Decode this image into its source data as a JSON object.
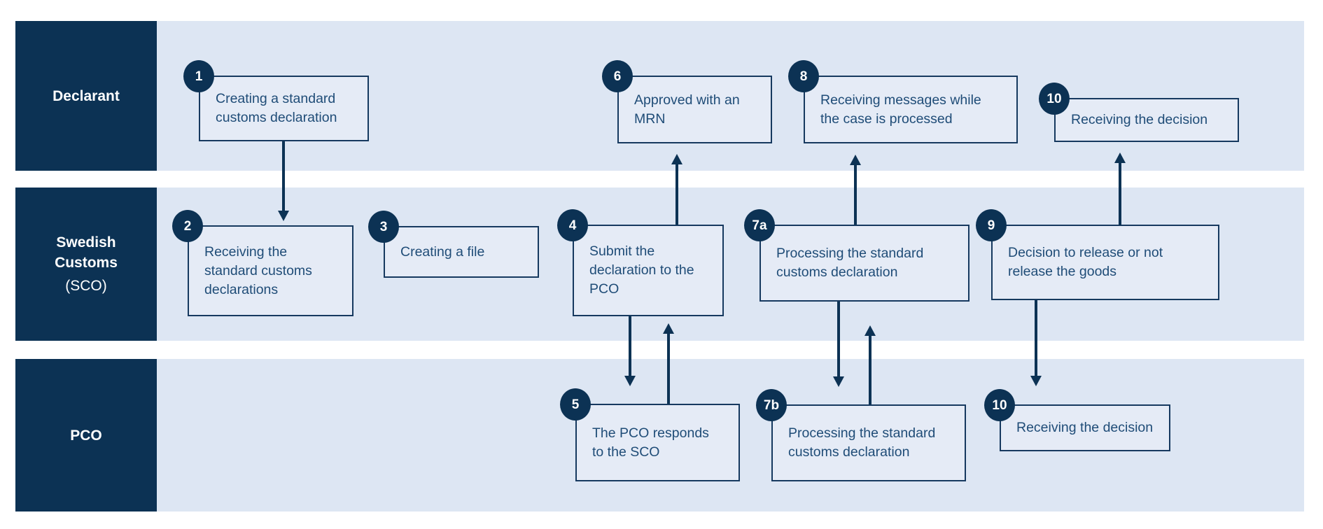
{
  "diagram": {
    "colors": {
      "navy": "#0c3254",
      "border": "#16395f",
      "text": "#1f4c77",
      "lane_bg": "#dde6f3",
      "box_bg": "#e5ebf6"
    },
    "lanes": [
      {
        "label": "Declarant",
        "sublabel": ""
      },
      {
        "label": "Swedish\nCustoms",
        "sublabel": "(SCO)"
      },
      {
        "label": "PCO",
        "sublabel": ""
      }
    ],
    "steps": [
      {
        "badge": "1",
        "text": "Creating a standard\ncustoms declaration"
      },
      {
        "badge": "2",
        "text": "Receiving the\nstandard customs\ndeclarations"
      },
      {
        "badge": "3",
        "text": "Creating a file"
      },
      {
        "badge": "4",
        "text": "Submit the\ndeclaration to the\nPCO"
      },
      {
        "badge": "5",
        "text": "The PCO responds\nto the SCO"
      },
      {
        "badge": "6",
        "text": "Approved with an\nMRN"
      },
      {
        "badge": "7a",
        "text": "Processing the standard\ncustoms declaration"
      },
      {
        "badge": "7b",
        "text": "Processing the standard\ncustoms declaration"
      },
      {
        "badge": "8",
        "text": "Receiving messages while\nthe case is processed"
      },
      {
        "badge": "9",
        "text": "Decision to release or not\nrelease the goods"
      },
      {
        "badge": "10",
        "text": "Receiving the decision"
      },
      {
        "badge": "10",
        "text": "Receiving the decision"
      }
    ]
  }
}
